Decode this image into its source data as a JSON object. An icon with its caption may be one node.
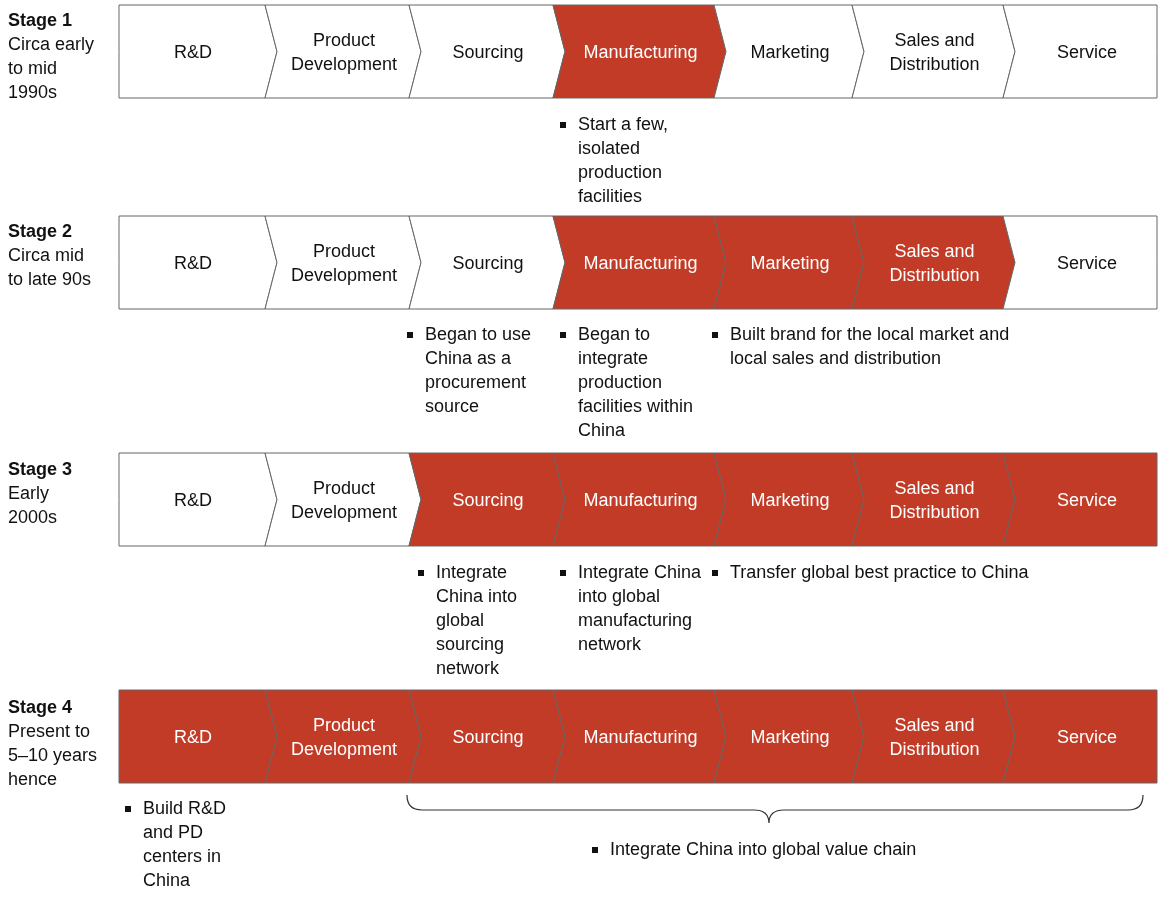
{
  "diagram": {
    "nodes": [
      {
        "text": [
          "R&D"
        ]
      },
      {
        "text": [
          "Product Development"
        ]
      },
      {
        "text": [
          "Sourcing"
        ]
      },
      {
        "text": [
          "Manufacturing"
        ]
      },
      {
        "text": [
          "Marketing"
        ]
      },
      {
        "text": [
          "Sales and Distribution"
        ]
      },
      {
        "text": [
          "Service"
        ]
      },
      {
        "text": [
          "R&D"
        ]
      },
      {
        "text": [
          "Product Development"
        ]
      },
      {
        "text": [
          "Sourcing"
        ]
      },
      {
        "text": [
          "Manufacturing"
        ]
      },
      {
        "text": [
          "Marketing"
        ]
      },
      {
        "text": [
          "Sales and Distribution"
        ]
      },
      {
        "text": [
          "Service"
        ]
      },
      {
        "text": [
          "R&D"
        ]
      },
      {
        "text": [
          "Product Development"
        ]
      },
      {
        "text": [
          "Sourcing"
        ]
      },
      {
        "text": [
          "Manufacturing"
        ]
      },
      {
        "text": [
          "Marketing"
        ]
      },
      {
        "text": [
          "Sales and Distribution"
        ]
      },
      {
        "text": [
          "Service"
        ]
      },
      {
        "text": [
          "R&D"
        ]
      },
      {
        "text": [
          "Product Development"
        ]
      },
      {
        "text": [
          "Sourcing"
        ]
      },
      {
        "text": [
          "Manufacturing"
        ]
      },
      {
        "text": [
          "Marketing"
        ]
      },
      {
        "text": [
          "Sales and Distribution"
        ]
      },
      {
        "text": [
          "Service"
        ]
      }
    ],
    "labels": [
      "Stage 1",
      "Circa early to mid 1990s",
      "Start a few, isolated production facilities",
      "Stage 2",
      "Circa mid to late 90s",
      "Began to use China as a procurement source",
      "Began to integrate production facilities within China",
      "Built brand for the local market and local sales and distribution",
      "Stage 3",
      "Early 2000s",
      "Integrate China into global sourcing network",
      "Integrate China into global manufacturing network",
      "Transfer global best practice to China",
      "Stage 4",
      "Present to 5–10 years hence",
      "Build R&D and PD centers in China",
      "Integrate China into global value chain"
    ]
  }
}
